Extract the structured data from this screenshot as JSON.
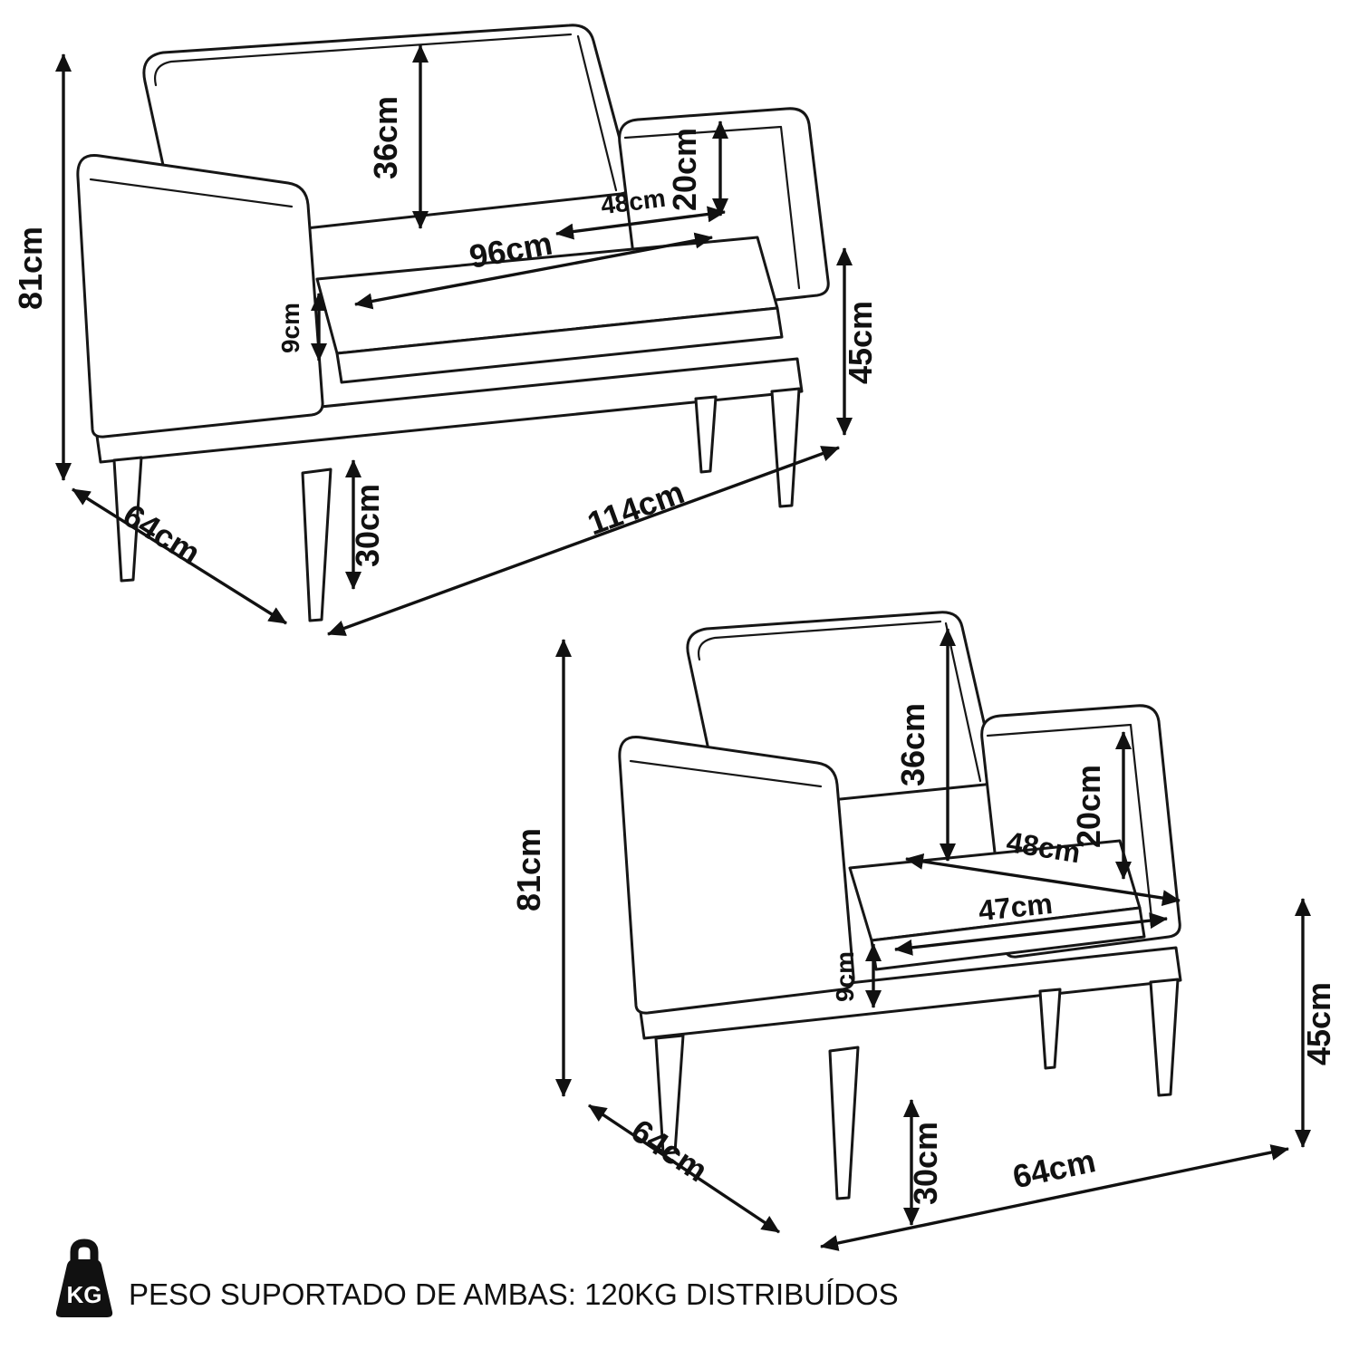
{
  "diagram": {
    "sofa": {
      "dims": {
        "overall_height": "81cm",
        "backrest_height": "36cm",
        "armrest_drop": "20cm",
        "seat_depth": "48cm",
        "seat_width": "96cm",
        "seat_thickness": "9cm",
        "seat_height": "45cm",
        "leg_height": "30cm",
        "overall_depth": "64cm",
        "overall_width": "114cm"
      }
    },
    "armchair": {
      "dims": {
        "overall_height": "81cm",
        "backrest_height": "36cm",
        "armrest_drop": "20cm",
        "seat_depth": "48cm",
        "seat_width": "47cm",
        "seat_thickness": "9cm",
        "seat_height": "45cm",
        "leg_height": "30cm",
        "overall_depth": "64cm",
        "overall_width": "64cm"
      }
    },
    "footer": {
      "icon_label": "KG",
      "text": "PESO SUPORTADO DE AMBAS: 120KG DISTRIBUÍDOS"
    }
  }
}
